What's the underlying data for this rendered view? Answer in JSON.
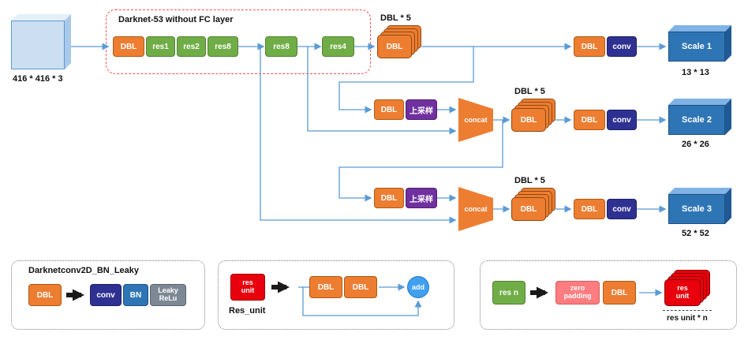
{
  "palette": {
    "dbl_orange": "#ED7D31",
    "res_green": "#70AD47",
    "conv_blue": "#2E3192",
    "bn_blue": "#2E75B6",
    "leaky_gray": "#7C8894",
    "upsample_purple": "#7030A0",
    "add_blue": "#41A0F0",
    "res_unit_red": "#E8000D",
    "zero_padding_pink": "#FF7C80",
    "scale_blue": "#2E75B6",
    "input_fill": "#CBDEF2",
    "wire_blue": "#5B9BD5",
    "backbone_dashed_red": "#FF5050"
  },
  "input": {
    "caption": "416 * 416 * 3"
  },
  "backbone": {
    "title": "Darknet-53 without FC layer",
    "dbl": "DBL",
    "res1": "res1",
    "res2": "res2",
    "res8_a": "res8",
    "res8_b": "res8",
    "res4": "res4"
  },
  "branch1": {
    "dbl5_label": "DBL * 5",
    "stack": "DBL",
    "dbl": "DBL",
    "conv": "conv",
    "scale": "Scale 1",
    "size": "13 * 13"
  },
  "branch2": {
    "dbl": "DBL",
    "upsample": "上采样",
    "concat": "concat",
    "dbl5_label": "DBL * 5",
    "stack": "DBL",
    "dbl2": "DBL",
    "conv": "conv",
    "scale": "Scale 2",
    "size": "26 * 26"
  },
  "branch3": {
    "dbl": "DBL",
    "upsample": "上采样",
    "concat": "concat",
    "dbl5_label": "DBL * 5",
    "stack": "DBL",
    "dbl2": "DBL",
    "conv": "conv",
    "scale": "Scale 3",
    "size": "52 * 52"
  },
  "legend_dbl": {
    "title": "Darknetconv2D_BN_Leaky",
    "dbl": "DBL",
    "conv": "conv",
    "bn": "BN",
    "leaky": "Leaky\nReLu"
  },
  "legend_res_unit": {
    "block": "res\nunit",
    "caption": "Res_unit",
    "dbl1": "DBL",
    "dbl2": "DBL",
    "add": "add"
  },
  "legend_res_n": {
    "block": "res n",
    "zero_padding": "zero\npadding",
    "dbl": "DBL",
    "stack": "res\nunit",
    "caption": "res unit * n"
  }
}
